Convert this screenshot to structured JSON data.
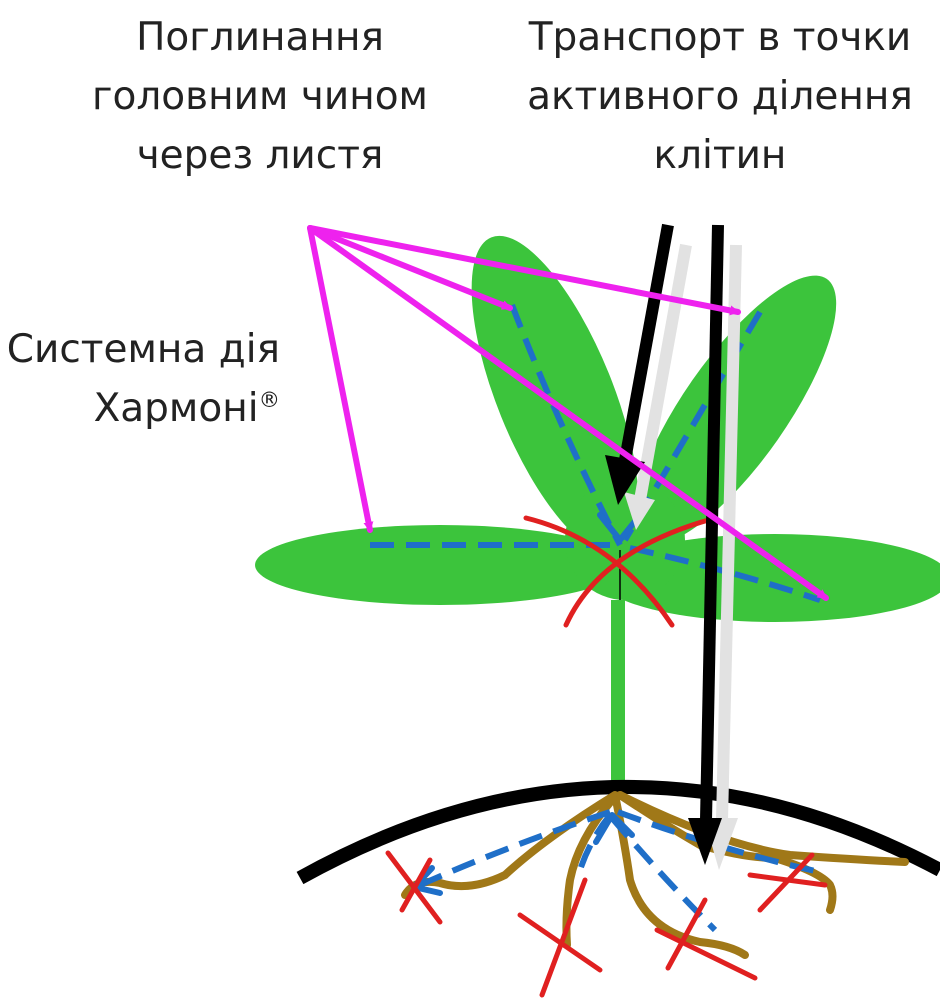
{
  "labels": {
    "leaf_absorption": [
      "Поглинання",
      "головним чином",
      "через листя"
    ],
    "transport": [
      "Транспорт в точки",
      "активного ділення",
      "клітин"
    ],
    "systemic_action": {
      "line1": "Системна дія",
      "brand": "Хармоні",
      "mark": "®"
    }
  },
  "colors": {
    "leaf": "#3cc43c",
    "stem": "#3cc43c",
    "soil_line": "#000000",
    "root": "#a07818",
    "uptake_arrow": "#ee22ee",
    "transport_arrow_dark": "#000000",
    "transport_arrow_light": "#e2e2e2",
    "flow_dash": "#1f6fc8",
    "cross_mark": "#e02020"
  }
}
